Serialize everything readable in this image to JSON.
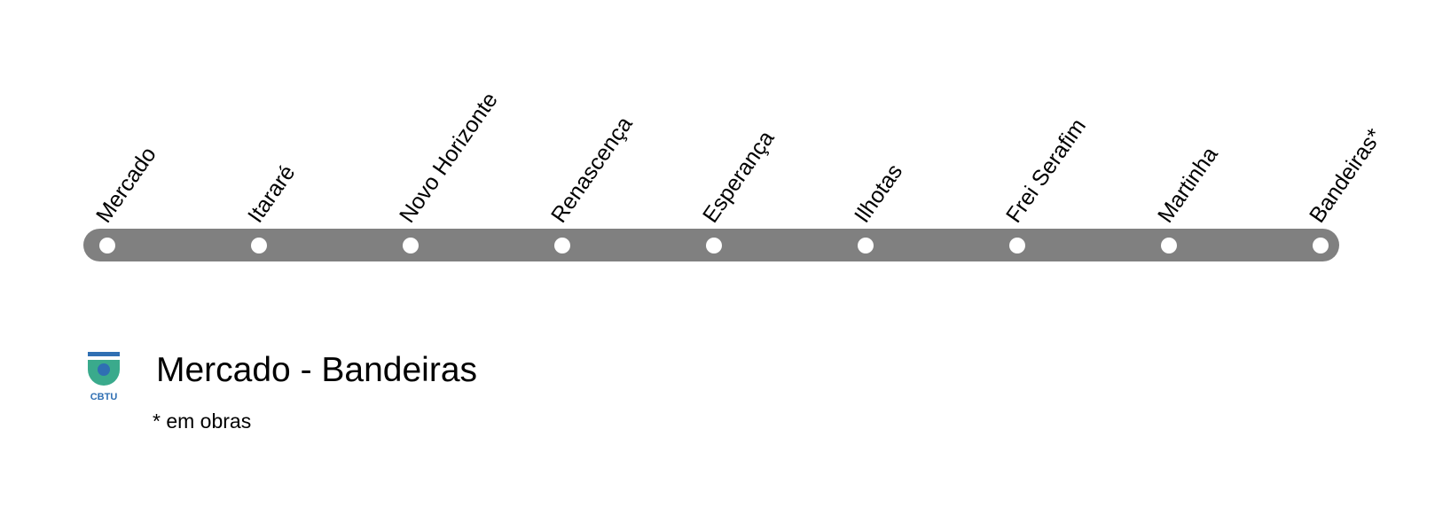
{
  "line": {
    "title": "Mercado - Bandeiras",
    "footnote": "* em obras",
    "line_color": "#808080",
    "stop_color": "#ffffff"
  },
  "stations": [
    {
      "name": "Mercado"
    },
    {
      "name": "Itararé"
    },
    {
      "name": "Novo Horizonte"
    },
    {
      "name": "Renascença"
    },
    {
      "name": "Esperança"
    },
    {
      "name": "Ilhotas"
    },
    {
      "name": "Frei Serafim"
    },
    {
      "name": "Martinha"
    },
    {
      "name": "Bandeiras*"
    }
  ],
  "logo": {
    "text": "CBTU",
    "colors": {
      "blue": "#2f6fb3",
      "green": "#3aaa8c"
    }
  }
}
